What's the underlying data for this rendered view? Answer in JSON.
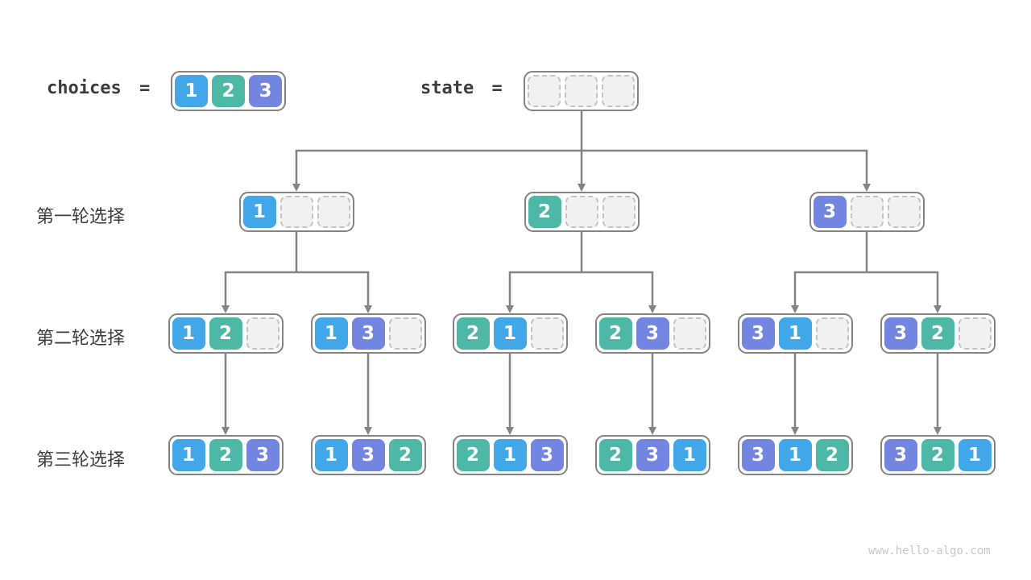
{
  "diagram": {
    "title_row": {
      "choices_label": "choices",
      "state_label": "state",
      "equals": "=",
      "choices_cells": [
        1,
        2,
        3
      ],
      "state_cells": [
        null,
        null,
        null
      ]
    },
    "row_labels": [
      "第一轮选择",
      "第二轮选择",
      "第三轮选择"
    ],
    "tree": {
      "level1": [
        [
          1,
          null,
          null
        ],
        [
          2,
          null,
          null
        ],
        [
          3,
          null,
          null
        ]
      ],
      "level2": [
        [
          1,
          2,
          null
        ],
        [
          1,
          3,
          null
        ],
        [
          2,
          1,
          null
        ],
        [
          2,
          3,
          null
        ],
        [
          3,
          1,
          null
        ],
        [
          3,
          2,
          null
        ]
      ],
      "level3": [
        [
          1,
          2,
          3
        ],
        [
          1,
          3,
          2
        ],
        [
          2,
          1,
          3
        ],
        [
          2,
          3,
          1
        ],
        [
          3,
          1,
          2
        ],
        [
          3,
          2,
          1
        ]
      ]
    },
    "watermark": "www.hello-algo.com"
  },
  "palette": {
    "cell_1_blue": "#41a7e8",
    "cell_2_teal": "#4eb8a7",
    "cell_3_purple": "#7285e0",
    "cell_text": "#ffffff",
    "empty_cell_fill": "#f1f1f1",
    "empty_cell_border": "#c3c3c3",
    "container_border": "#848484",
    "connector_line": "#848484",
    "dark_text": "#3c3c3c",
    "watermark_color": "#c8c8c8",
    "background": "#ffffff"
  }
}
